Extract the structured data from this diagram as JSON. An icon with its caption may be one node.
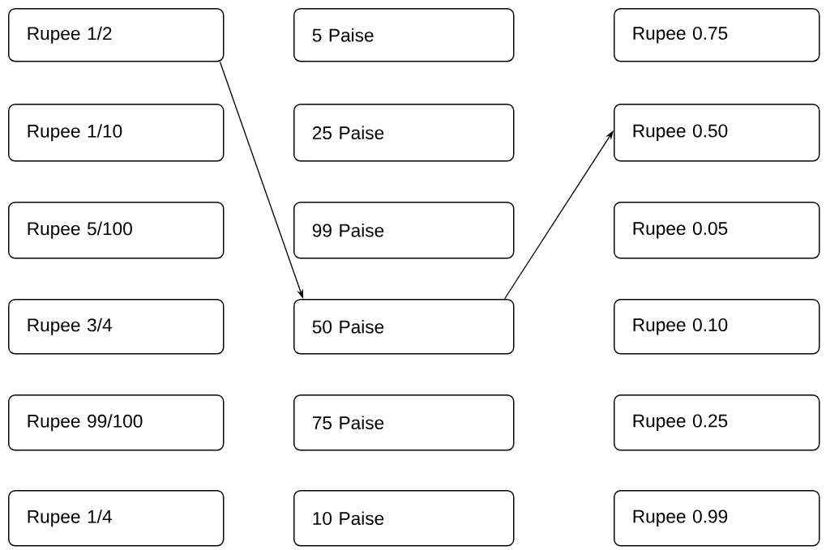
{
  "diagram": {
    "nodes": [
      {
        "text": [
          "Rupee 1/2"
        ]
      },
      {
        "text": [
          "5 Paise"
        ]
      },
      {
        "text": [
          "Rupee 0.75"
        ]
      },
      {
        "text": [
          "Rupee 1/10"
        ]
      },
      {
        "text": [
          "25 Paise"
        ]
      },
      {
        "text": [
          "Rupee 0.50"
        ]
      },
      {
        "text": [
          "Rupee 5/100"
        ]
      },
      {
        "text": [
          "99 Paise"
        ]
      },
      {
        "text": [
          "Rupee 0.05"
        ]
      },
      {
        "text": [
          "Rupee 3/4"
        ]
      },
      {
        "text": [
          "50 Paise"
        ]
      },
      {
        "text": [
          "Rupee 0.10"
        ]
      },
      {
        "text": [
          "Rupee 99/100"
        ]
      },
      {
        "text": [
          "75 Paise"
        ]
      },
      {
        "text": [
          "Rupee 0.25"
        ]
      },
      {
        "text": [
          "Rupee 1/4"
        ]
      },
      {
        "text": [
          "10 Paise"
        ]
      },
      {
        "text": [
          "Rupee 0.99"
        ]
      }
    ],
    "edges": [
      {
        "from": 0,
        "to": 10,
        "arrow": "to"
      },
      {
        "from": 10,
        "to": 5,
        "arrow": "to"
      }
    ]
  }
}
